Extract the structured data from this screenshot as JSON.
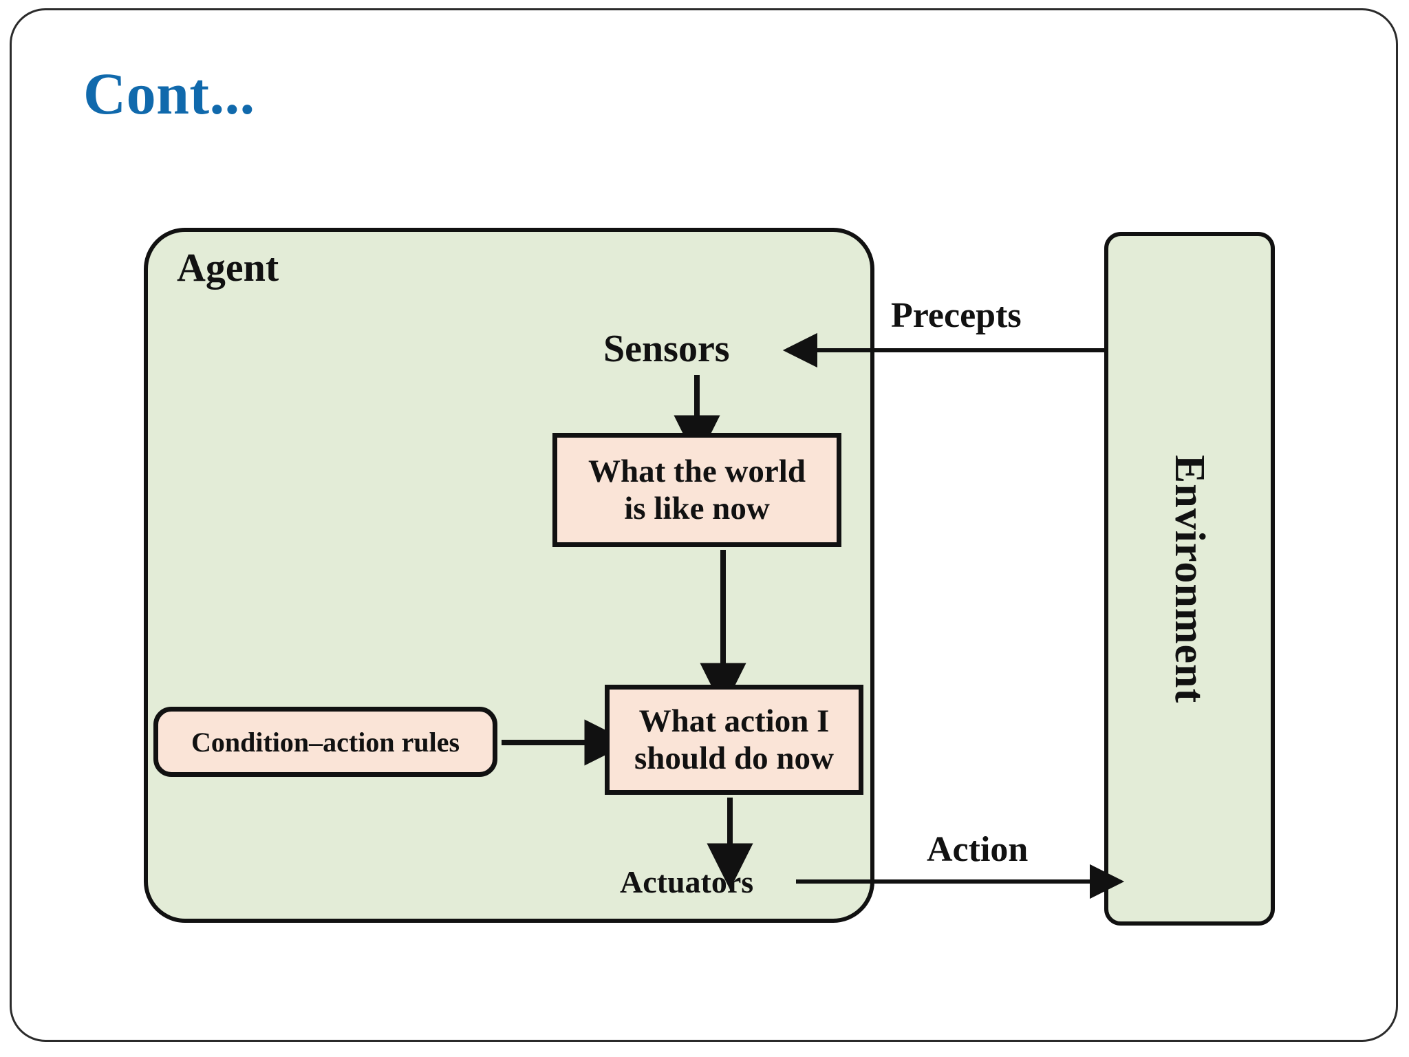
{
  "slide": {
    "title": "Cont...",
    "title_color": "#1069ac",
    "border_color": "#2b2b2b",
    "background": "#ffffff"
  },
  "palette": {
    "container_fill": "#e3ecd7",
    "process_fill": "#fae4d7",
    "stroke": "#111111"
  },
  "diagram": {
    "type": "simple-reflex-agent",
    "containers": [
      {
        "id": "agent",
        "label": "Agent",
        "fill": "#e3ecd7",
        "shape": "rounded-rect"
      },
      {
        "id": "environment",
        "label": "Environment",
        "fill": "#e3ecd7",
        "shape": "rounded-rect",
        "orientation": "vertical"
      }
    ],
    "nodes": {
      "sensors": "Sensors",
      "actuators": "Actuators",
      "world_box_line1": "What the world",
      "world_box_line2": "is like  now",
      "action_box_line1": "What action I",
      "action_box_line2": "should do now",
      "rules_box": "Condition–action rules"
    },
    "edge_labels": {
      "precepts": "Precepts",
      "action": "Action"
    },
    "edges": [
      {
        "from": "environment",
        "to": "sensors",
        "label": "Precepts",
        "direction": "left"
      },
      {
        "from": "sensors",
        "to": "world_box",
        "label": "",
        "direction": "down"
      },
      {
        "from": "world_box",
        "to": "action_box",
        "label": "",
        "direction": "down"
      },
      {
        "from": "rules_box",
        "to": "action_box",
        "label": "",
        "direction": "right"
      },
      {
        "from": "action_box",
        "to": "actuators",
        "label": "",
        "direction": "down"
      },
      {
        "from": "actuators",
        "to": "environment",
        "label": "Action",
        "direction": "right"
      }
    ]
  }
}
